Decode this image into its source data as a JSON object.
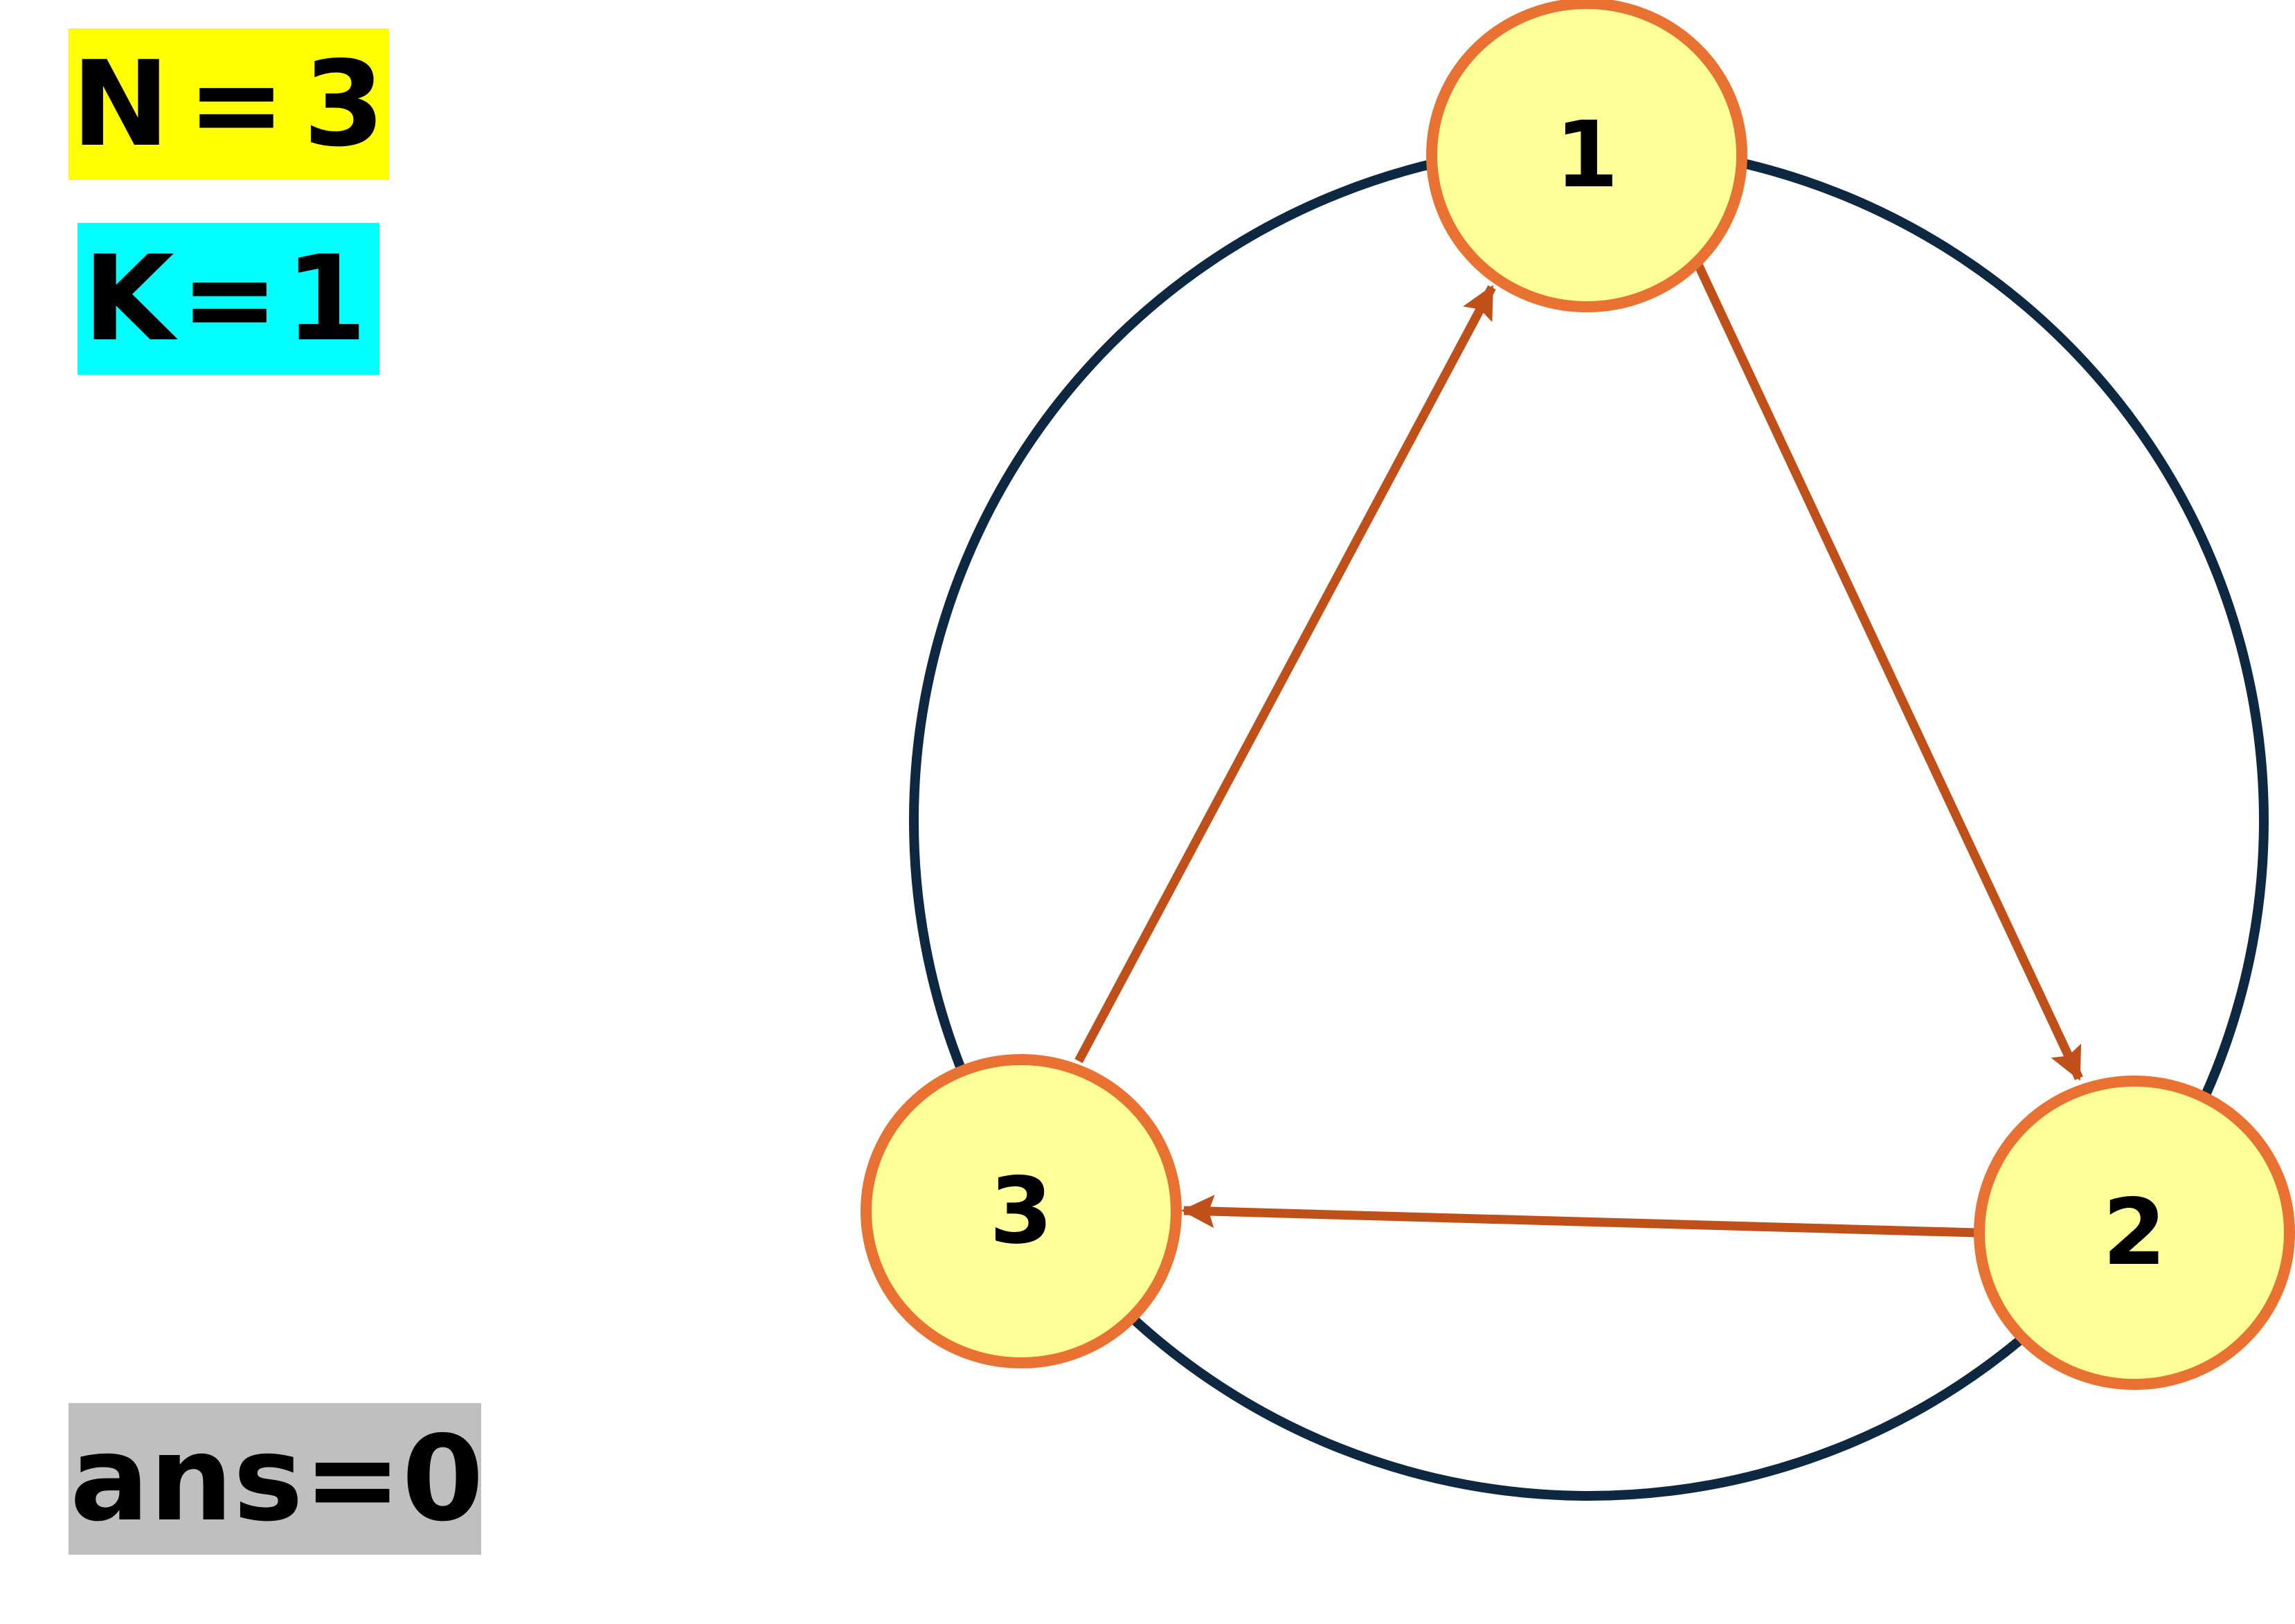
{
  "variables": {
    "n": {
      "name": "N",
      "eq": "=",
      "value": "3",
      "color": "#FFFF00"
    },
    "k": {
      "name": "K",
      "eq": "=",
      "value": "1",
      "color": "#00FFFF"
    },
    "ans": {
      "name": "ans",
      "eq": "=",
      "value": "0",
      "color": "#BFBFBF"
    }
  },
  "graph": {
    "nodes": [
      {
        "id": "1",
        "label": "1"
      },
      {
        "id": "2",
        "label": "2"
      },
      {
        "id": "3",
        "label": "3"
      }
    ],
    "edges": [
      {
        "from": "1",
        "to": "2",
        "directed": true
      },
      {
        "from": "2",
        "to": "3",
        "directed": true
      },
      {
        "from": "3",
        "to": "1",
        "directed": true
      }
    ],
    "colors": {
      "node_fill": "#FFFF99",
      "node_stroke": "#E97132",
      "edge": "#C0501A",
      "ring": "#0E2841"
    }
  }
}
